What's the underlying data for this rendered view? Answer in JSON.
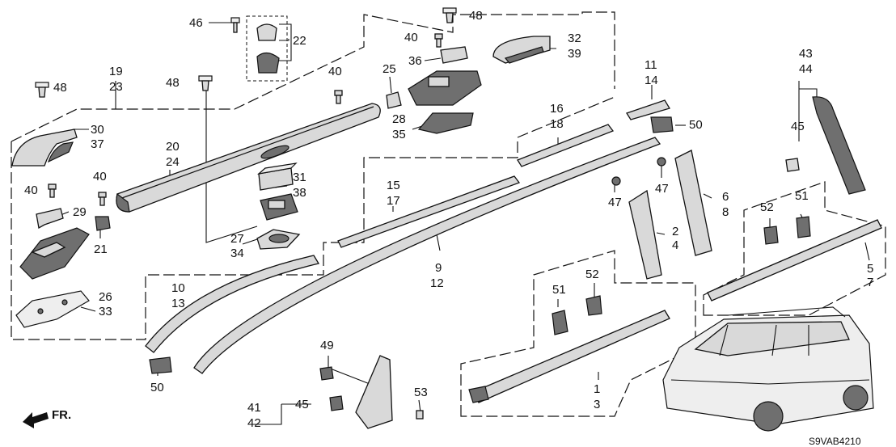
{
  "labels": {
    "l46": "46",
    "l22": "22",
    "l48a": "48",
    "l48b": "48",
    "l48c": "48",
    "l40a": "40",
    "l40b": "40",
    "l40c": "40",
    "l40d": "40",
    "l19": "19",
    "l23": "23",
    "l30": "30",
    "l37": "37",
    "l20": "20",
    "l24": "24",
    "l29": "29",
    "l21": "21",
    "l26": "26",
    "l33": "33",
    "l31": "31",
    "l38": "38",
    "l27": "27",
    "l34": "34",
    "l25": "25",
    "l36": "36",
    "l32": "32",
    "l39": "39",
    "l28": "28",
    "l35": "35",
    "l11": "11",
    "l14": "14",
    "l50a": "50",
    "l50b": "50",
    "l16": "16",
    "l18": "18",
    "l15": "15",
    "l17": "17",
    "l43": "43",
    "l44": "44",
    "l45a": "45",
    "l45b": "45",
    "l47a": "47",
    "l47b": "47",
    "l6": "6",
    "l8": "8",
    "l2": "2",
    "l4": "4",
    "l9": "9",
    "l12": "12",
    "l10": "10",
    "l13": "13",
    "l52a": "52",
    "l52b": "52",
    "l51a": "51",
    "l51b": "51",
    "l5": "5",
    "l7": "7",
    "l1": "1",
    "l3": "3",
    "l49": "49",
    "l41": "41",
    "l42": "42",
    "l53": "53"
  },
  "front_marker": "FR.",
  "diagram_code": "S9VAB4210"
}
